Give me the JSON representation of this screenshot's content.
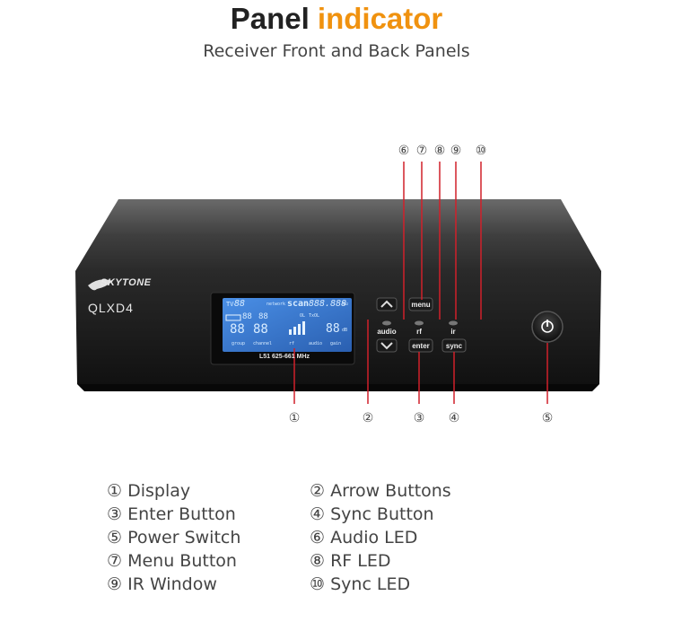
{
  "title": {
    "main": "Panel",
    "accent": "indicator"
  },
  "subtitle": "Receiver Front and Back Panels",
  "device": {
    "brand": "SKYTONE",
    "model": "QLXD4",
    "frequency": "L51 625-661 MHz",
    "lcd": {
      "tv": "TV",
      "tv_value": "88",
      "network": "network",
      "scan": "scan",
      "scan_value": "888.888",
      "mhz": "MHz",
      "group_value": "88",
      "channel_value": "88",
      "ol": "OL",
      "txol": "TxOL",
      "db_value": "88",
      "db_unit": "dB",
      "group": "group",
      "channel": "channel",
      "rf": "rf",
      "audio": "audio",
      "gain": "gain"
    },
    "buttons": {
      "menu": "menu",
      "audio": "audio",
      "rf": "rf",
      "ir": "ir",
      "enter": "enter",
      "sync": "sync"
    }
  },
  "callouts": {
    "c1": "①",
    "c2": "②",
    "c3": "③",
    "c4": "④",
    "c5": "⑤",
    "c6": "⑥",
    "c7": "⑦",
    "c8": "⑧",
    "c9": "⑨",
    "c10": "⑩"
  },
  "legend": [
    {
      "num": "①",
      "label": "Display"
    },
    {
      "num": "②",
      "label": "Arrow Buttons"
    },
    {
      "num": "③",
      "label": "Enter Button"
    },
    {
      "num": "④",
      "label": "Sync Button"
    },
    {
      "num": "⑤",
      "label": "Power Switch"
    },
    {
      "num": "⑥",
      "label": "Audio LED"
    },
    {
      "num": "⑦",
      "label": "Menu Button"
    },
    {
      "num": "⑧",
      "label": "RF LED"
    },
    {
      "num": "⑨",
      "label": "IR Window"
    },
    {
      "num": "⑩",
      "label": "Sync LED"
    }
  ],
  "colors": {
    "accent": "#f0920f",
    "leader_line": "#d0202a",
    "lcd_backlight": "#3d7fd6"
  }
}
